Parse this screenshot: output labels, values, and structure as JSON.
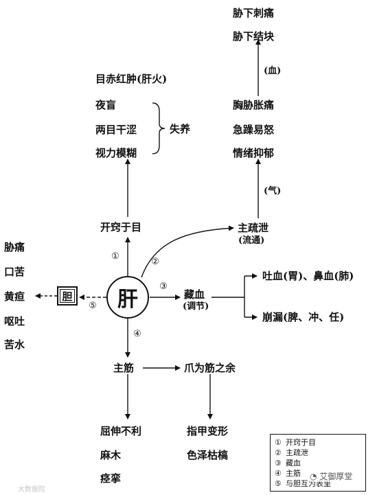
{
  "center": {
    "label": "肝"
  },
  "gallbladder": {
    "label": "胆"
  },
  "top_left": {
    "heading": "目赤红肿(肝火)",
    "items": [
      "夜盲",
      "两目干涩",
      "视力模糊"
    ],
    "brace_label": "失养",
    "node": "开窍于目"
  },
  "top_right": {
    "node": "主疏泄",
    "node_sub": "(流通)",
    "emotion_items": [
      "胸胁胀痛",
      "急躁易怒",
      "情绪抑郁"
    ],
    "qi_label": "(气)",
    "blood_label": "(血)",
    "top_items": [
      "胁下刺痛",
      "胁下结块"
    ]
  },
  "right": {
    "node": "藏血",
    "node_sub": "(调节)",
    "branch_upper": "吐血(胃)、鼻血(肺)",
    "branch_lower": "崩漏(脾、冲、任)"
  },
  "left": {
    "items": [
      "胁痛",
      "口苦",
      "黄疸",
      "呕吐",
      "苦水"
    ]
  },
  "bottom": {
    "node": "主筋",
    "node_right": "爪为筋之余",
    "left_items": [
      "屈伸不利",
      "麻木",
      "痉挛"
    ],
    "right_items": [
      "指甲变形",
      "色泽枯槁"
    ]
  },
  "numbers": [
    "①",
    "②",
    "③",
    "④",
    "⑤"
  ],
  "legend": [
    {
      "num": "①",
      "text": "开窍于目"
    },
    {
      "num": "②",
      "text": "主疏泄"
    },
    {
      "num": "③",
      "text": "藏血"
    },
    {
      "num": "④",
      "text": "主筋"
    },
    {
      "num": "⑤",
      "text": "与胆互为表里"
    }
  ],
  "watermarks": {
    "left": "大数据院",
    "right": "艾御厚堂"
  }
}
